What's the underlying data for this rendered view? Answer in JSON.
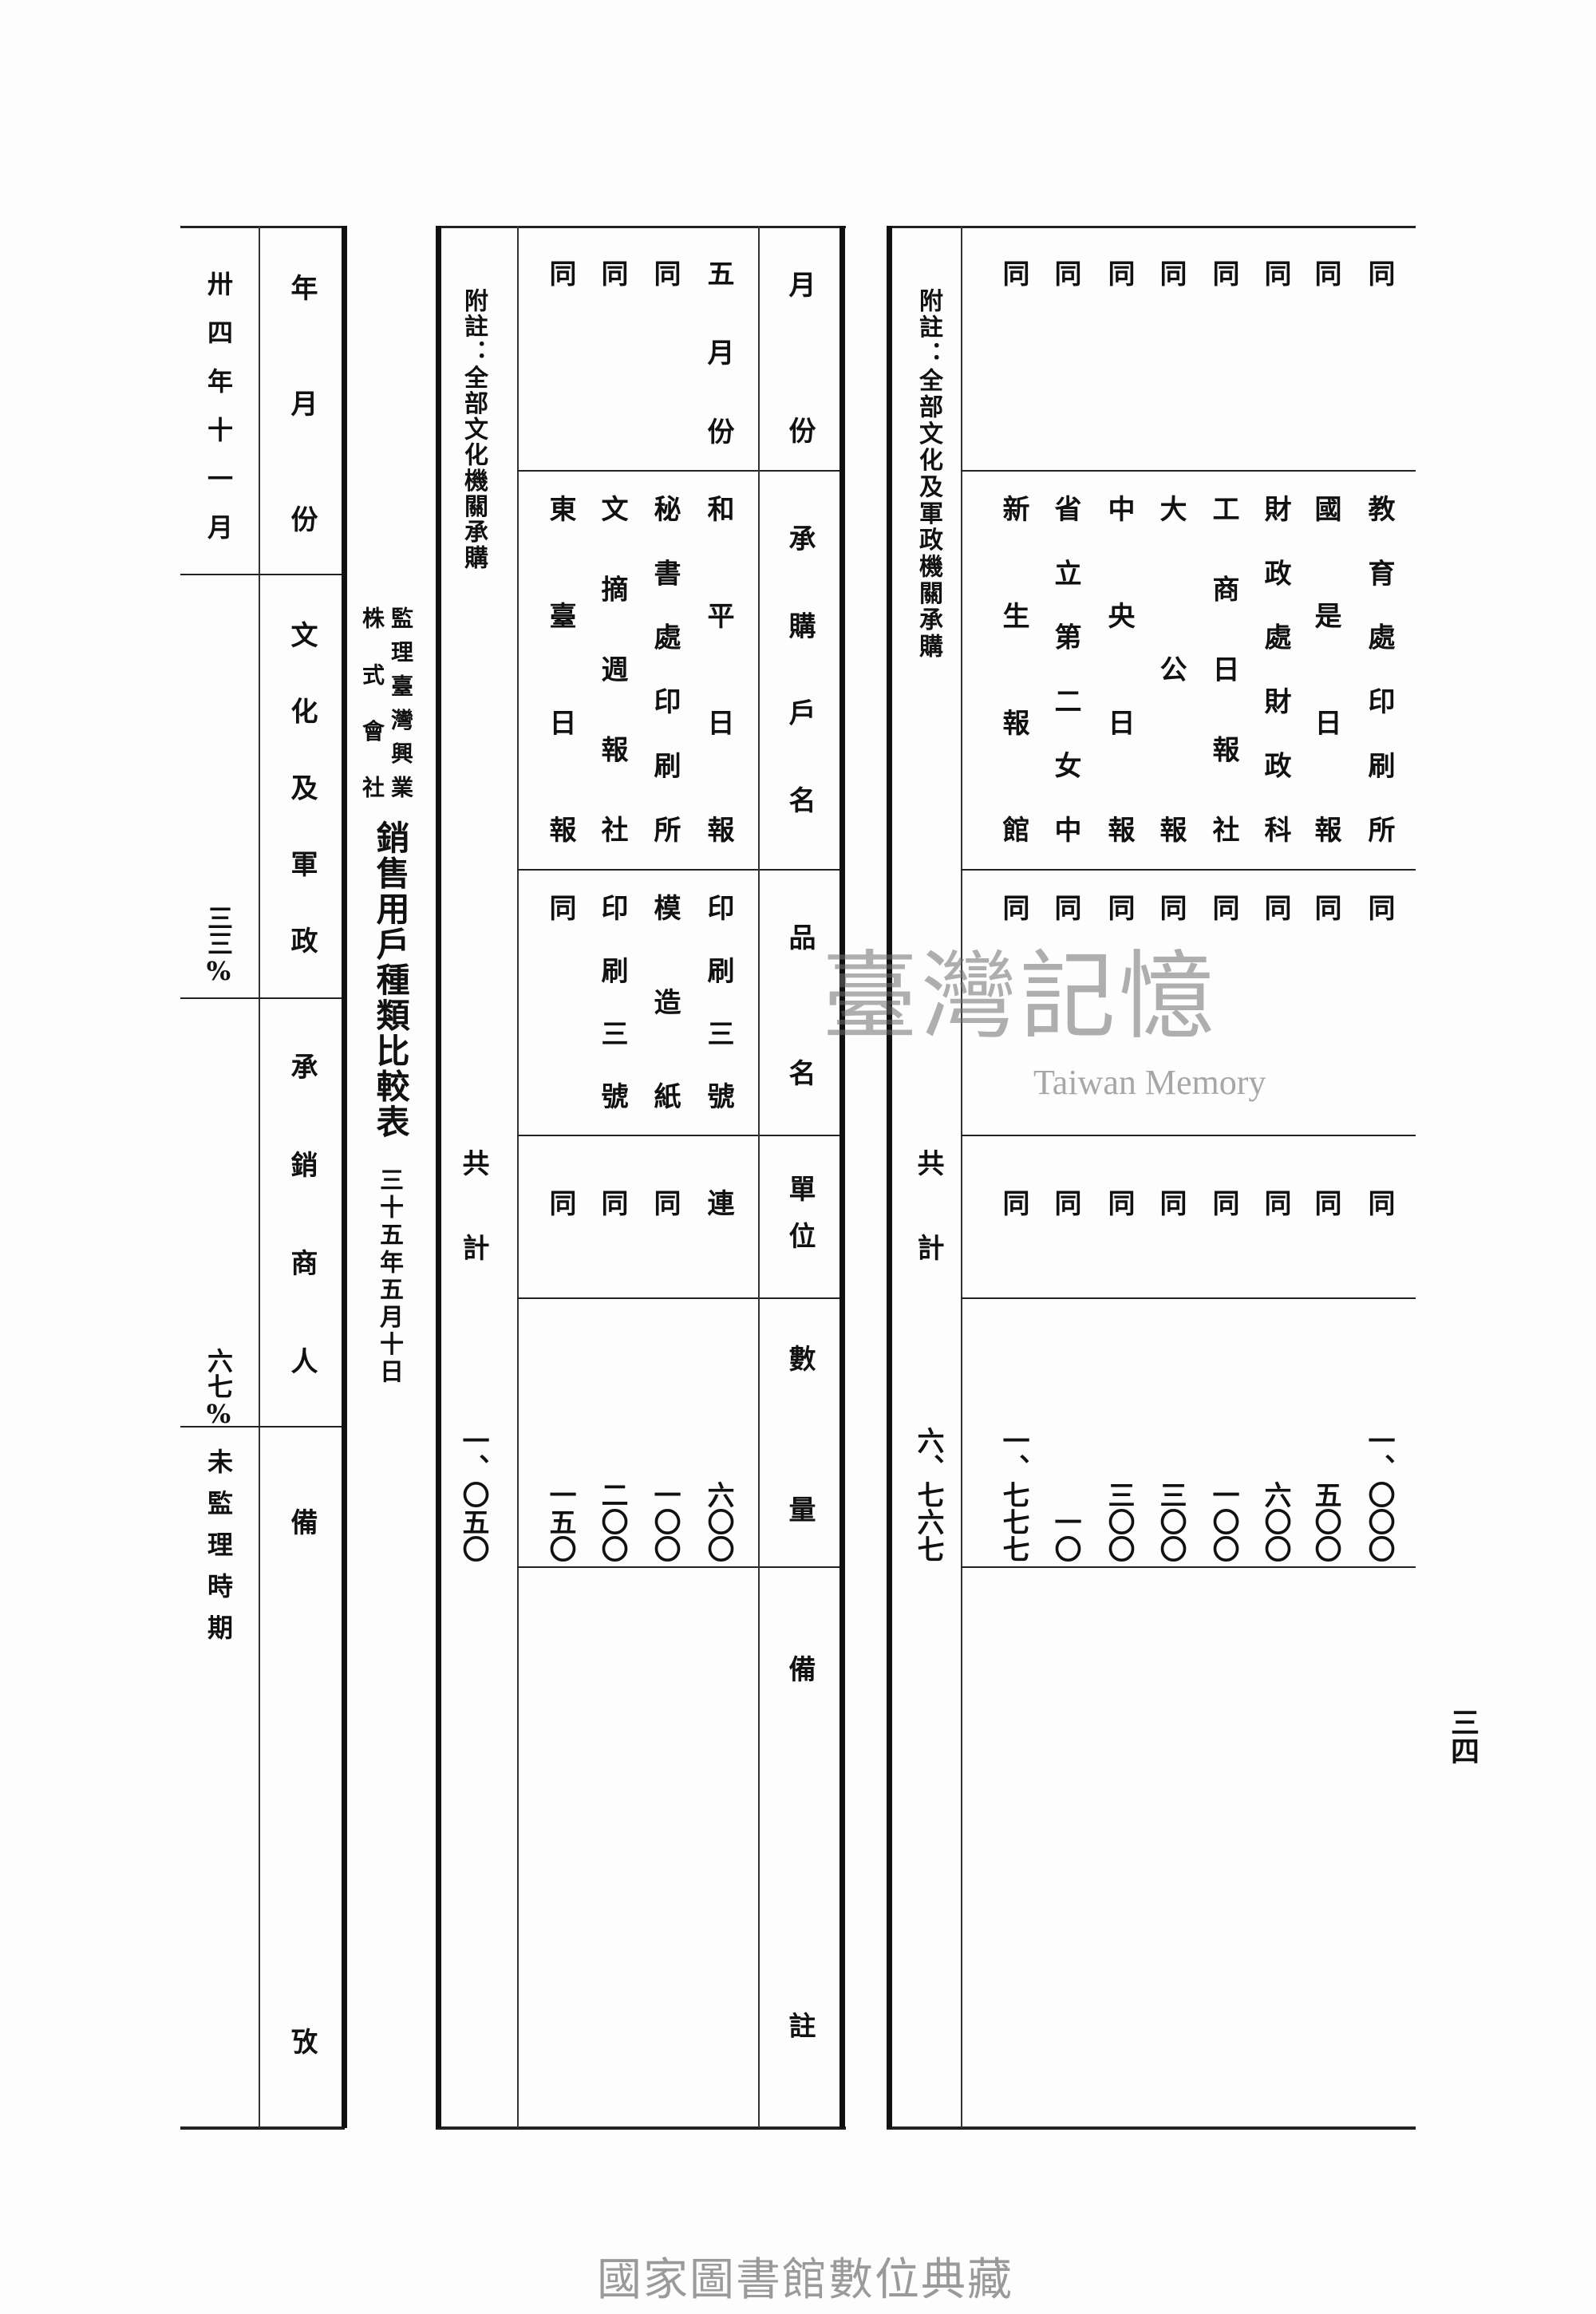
{
  "summary_table": {
    "headers": [
      "年月份",
      "文化及軍政",
      "承銷商人",
      "備攷"
    ],
    "values": [
      "卅四年十一月",
      "三三%",
      "六七%",
      "未監理時期"
    ]
  },
  "title": {
    "company_line1": "監理臺灣興業",
    "company_line2": "株式會社",
    "main": "銷售用戶種類比較表",
    "date": "三十五年五月十日"
  },
  "table_a": {
    "headers": [
      "月份",
      "承購戶名",
      "品名",
      "單位",
      "數量",
      "備註"
    ],
    "note": "附註：全部文化機關承購",
    "total_label": "共計",
    "total": "一、〇五〇",
    "rows": [
      {
        "month": "五月份",
        "buyer": "和平日報",
        "item": "印刷三號",
        "unit": "連",
        "qty": "六〇〇"
      },
      {
        "month": "同",
        "buyer": "秘書處印刷所",
        "item": "模造紙",
        "unit": "同",
        "qty": "一〇〇"
      },
      {
        "month": "同",
        "buyer": "文摘週報社",
        "item": "印刷三號",
        "unit": "同",
        "qty": "二〇〇"
      },
      {
        "month": "同",
        "buyer": "東臺日報",
        "item": "同",
        "unit": "同",
        "qty": "一五〇"
      }
    ]
  },
  "table_b": {
    "note": "附註：全部文化及軍政機關承購",
    "total_label": "共計",
    "total": "六、七六七",
    "rows": [
      {
        "month": "同",
        "buyer": "教育處印刷所",
        "item": "同",
        "unit": "同",
        "qty": "一、〇〇〇"
      },
      {
        "month": "同",
        "buyer": "國是日報",
        "item": "同",
        "unit": "同",
        "qty": "五〇〇"
      },
      {
        "month": "同",
        "buyer": "財政處財政科",
        "item": "同",
        "unit": "同",
        "qty": "六〇〇"
      },
      {
        "month": "同",
        "buyer": "工商日報社",
        "item": "同",
        "unit": "同",
        "qty": "一〇〇"
      },
      {
        "month": "同",
        "buyer": "大公報",
        "item": "同",
        "unit": "同",
        "qty": "三〇〇"
      },
      {
        "month": "同",
        "buyer": "中央日報",
        "item": "同",
        "unit": "同",
        "qty": "三〇〇"
      },
      {
        "month": "同",
        "buyer": "省立第二女中",
        "item": "同",
        "unit": "同",
        "qty": "一〇"
      },
      {
        "month": "同",
        "buyer": "新生報館",
        "item": "同",
        "unit": "同",
        "qty": "一、七七七"
      }
    ]
  },
  "page_number": "三四",
  "watermark": {
    "cn": "臺灣記憶",
    "en": "Taiwan Memory"
  },
  "footer": "國家圖書館數位典藏"
}
